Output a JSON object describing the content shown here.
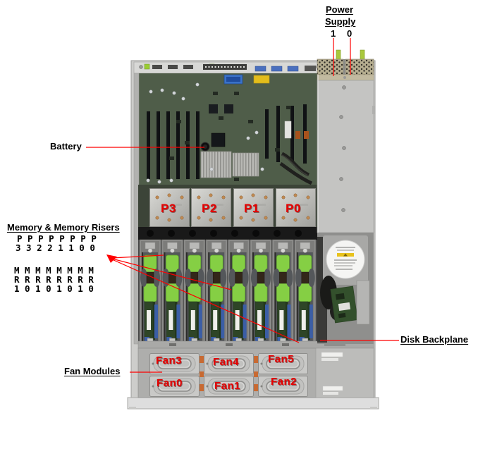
{
  "page": {
    "background": "#ffffff",
    "figure": "server-chassis-top-view"
  },
  "callouts": {
    "power_supply": {
      "line1": "Power",
      "line2": "Supply",
      "num_left": "1",
      "num_right": "0"
    },
    "battery": "Battery",
    "memory": {
      "title": "Memory & Memory Risers",
      "rows_top": [
        "P P P P P P P P",
        "3 3 2 2 1 1 0 0"
      ],
      "rows_bottom": [
        "M M M M M M M M",
        "R R R R R R R R",
        "1 0 1 0 1 0 1 0"
      ]
    },
    "disk_backplane": "Disk Backplane",
    "fan_modules": "Fan Modules"
  },
  "chassis_labels": {
    "processors": [
      "P3",
      "P2",
      "P1",
      "P0"
    ],
    "fans_top": [
      "Fan3",
      "Fan4",
      "Fan5"
    ],
    "fans_bottom": [
      "Fan0",
      "Fan1",
      "Fan2"
    ]
  },
  "colors": {
    "callout_line": "#ff0000",
    "component_label_red": "#e60000",
    "riser_clip_green": "#85cf44",
    "psu_tab_green": "#a9c83c",
    "dimm_pcb_green": "#2e4527",
    "ejector_blue": "#3b5ea6",
    "motherboard_green": "#4f5d49",
    "chassis_gray": "#cdcdcb",
    "heatsink_silver": "#bcbcb8"
  }
}
